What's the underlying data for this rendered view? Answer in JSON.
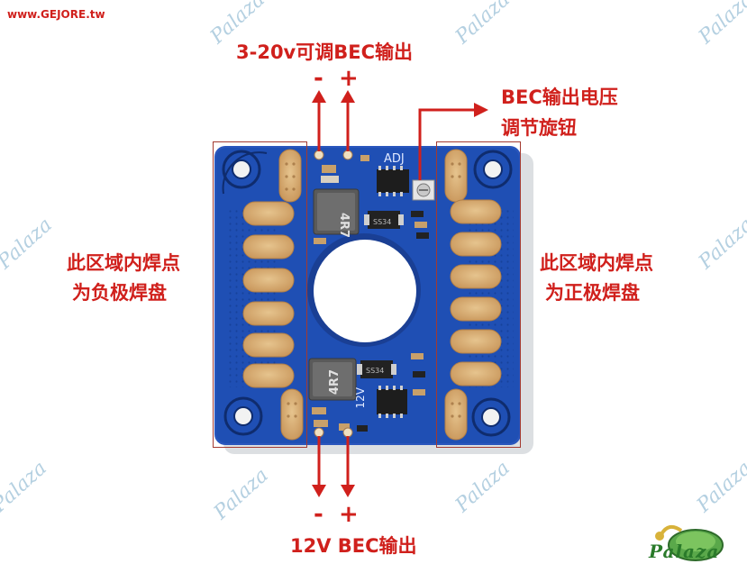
{
  "site": {
    "url": "www.GEJORE.tw"
  },
  "watermark": {
    "text": "Palaza"
  },
  "labels": {
    "top_output": "3-20v可调BEC输出",
    "knob_line1": "BEC输出电压",
    "knob_line2": "调节旋钮",
    "left_line1": "此区域内焊点",
    "left_line2": "为负极焊盘",
    "right_line1": "此区域内焊点",
    "right_line2": "为正极焊盘",
    "bottom_output": "12V BEC输出",
    "minus": "-",
    "plus": "+"
  },
  "board": {
    "adj_label": "ADJ",
    "inductor_top": "4R7",
    "inductor_bottom": "4R7",
    "bottom_voltage_mark": "12V",
    "chip_top_mark": "SS34",
    "chip_bottom_mark": "SS34",
    "board_color": "#1f4fb4",
    "pad_color": "#d8b078"
  },
  "logo": {
    "text": "Palaza"
  },
  "colors": {
    "accent": "#d0201c",
    "watermark": "#a8c8dc"
  }
}
